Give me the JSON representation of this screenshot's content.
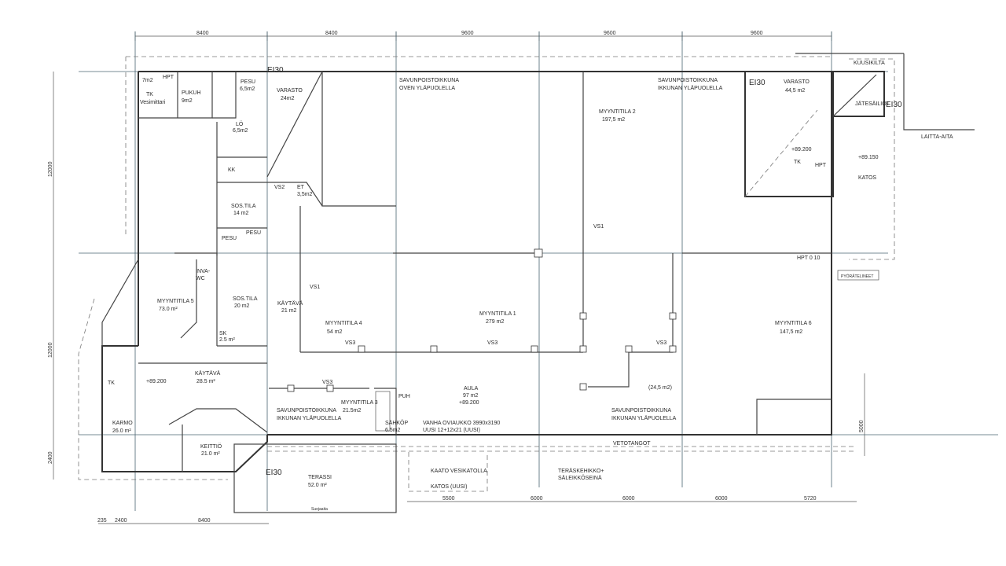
{
  "dimensions": {
    "top": [
      "8400",
      "8400",
      "9600",
      "9600",
      "9600"
    ],
    "bottom": [
      "5500",
      "6000",
      "6000",
      "6000",
      "5720"
    ],
    "bottom_left": [
      "235",
      "2400",
      "8400"
    ],
    "left": [
      "12000",
      "12000",
      "2400"
    ],
    "right": [
      "5000"
    ]
  },
  "fire_class": {
    "top": "EI30",
    "bottom": "EI30",
    "varasto": "EI30",
    "jate": "EI30"
  },
  "rooms": {
    "tk_top": {
      "area": "7m2",
      "name": "TK",
      "note": "Vesimittari"
    },
    "pukuh": {
      "name": "PUKUH",
      "area": "9m2"
    },
    "pesu_top": {
      "name": "PESU",
      "area": "6,5m2"
    },
    "varasto_left": {
      "name": "VARASTO",
      "area": "24m2"
    },
    "lo": {
      "name": "LÖ",
      "area": "6,5m2"
    },
    "kk": {
      "name": "KK"
    },
    "et": {
      "name": "ET",
      "area": "3,5m2"
    },
    "sostila_top": {
      "name": "SOS.TILA",
      "area": "14 m2"
    },
    "pesu_a": {
      "name": "PESU"
    },
    "pesu_b": {
      "name": "PESU"
    },
    "myyntitila2": {
      "name": "MYYNTITILA 2",
      "area": "197,5 m2"
    },
    "varasto_right": {
      "name": "VARASTO",
      "area": "44,5 m2"
    },
    "kuusikilta": {
      "name": "KUUSIKILTA"
    },
    "jatesailiot": {
      "name": "JÄTESÄILIÖT"
    },
    "tk_right": {
      "level": "+89.200",
      "name": "TK"
    },
    "katos_right": {
      "level": "+89.150",
      "name": "KATOS"
    },
    "pyoratelineet": {
      "name": "PYÖRÄTELINEET"
    },
    "myyntitila5": {
      "name": "MYYNTITILA 5",
      "area": "73.0 m²"
    },
    "invawc": {
      "name": "INVA-",
      "name2": "WC"
    },
    "sostila_mid": {
      "name": "SOS.TILA",
      "area": "20 m2"
    },
    "kaytava_mid": {
      "name": "KÄYTÄVÄ",
      "area": "21 m2"
    },
    "myyntitila4": {
      "name": "MYYNTITILA 4",
      "area": "54 m2"
    },
    "myyntitila1": {
      "name": "MYYNTITILA 1",
      "area": "279 m2"
    },
    "myyntitila6": {
      "name": "MYYNTITILA 6",
      "area": "147,5 m2"
    },
    "kaytava_low": {
      "name": "KÄYTÄVÄ",
      "area": "28.5 m²",
      "level": "+89.200"
    },
    "tk_left": {
      "name": "TK"
    },
    "karmo": {
      "name": "KARMO",
      "area": "26.0 m²"
    },
    "keittio": {
      "name": "KEITTIÖ",
      "area": "21.0 m²"
    },
    "myyntitila3": {
      "name": "MYYNTITILA 3",
      "area": "21.5m2"
    },
    "sahkop": {
      "name": "SÄHKÖP",
      "area": "6.5m2"
    },
    "puh": {
      "name": "PUH"
    },
    "aula": {
      "name": "AULA",
      "area": "97 m2",
      "level": "+89.200"
    },
    "sub": {
      "area": "(24,5 m2)"
    },
    "terassi": {
      "name": "TERASSI",
      "area": "52.0 m²",
      "note": "Suojaaita"
    },
    "sk": {
      "name": "SK",
      "area": "2.5 m²"
    }
  },
  "notes": {
    "smoke1": [
      "SAVUNPOISTOIKKUNA",
      "OVEN YLÄPUOLELLA"
    ],
    "smoke2": [
      "SAVUNPOISTOIKKUNA",
      "IKKUNAN YLÄPUOLELLA"
    ],
    "smoke3": [
      "SAVUNPOISTOIKKUNA",
      "IKKUNAN YLÄPUOLELLA"
    ],
    "smoke4": [
      "SAVUNPOISTOIKKUNA",
      "IKKUNAN YLÄPUOLELLA"
    ],
    "door": [
      "VANHA OVIAUKKO 3990x3190",
      "UUSI 12+12x21 (UUSI)"
    ],
    "vetotangot": "VETOTANGOT",
    "frame": [
      "TERÄSKEHIKKO+",
      "SÄLEIKKÖSEINÄ"
    ],
    "kaato": "KAATO VESIKATOLLA",
    "katos_new": "KATOS (UUSI)",
    "fence": "LAITTA-AITA",
    "hpt": "HPT",
    "hpt010": "HPT 0 10",
    "vs1": "VS1",
    "vs2": "VS2",
    "vs3": "VS3"
  }
}
